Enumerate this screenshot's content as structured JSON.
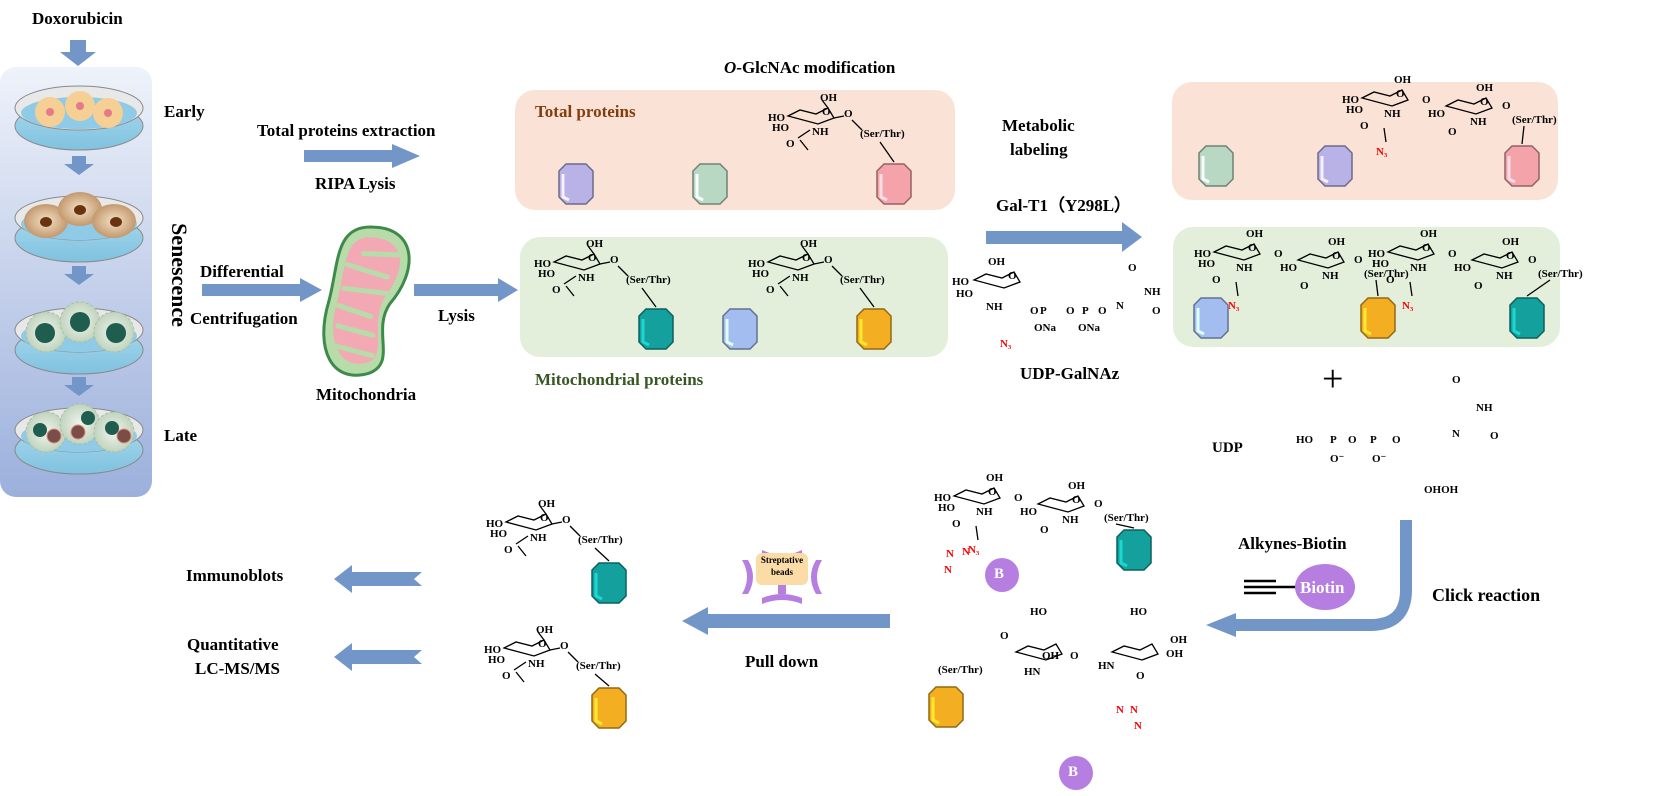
{
  "colors": {
    "arrow": "#7396c9",
    "senescence_panel_top": "#e9eef8",
    "senescence_panel_bottom": "#9db1dd",
    "total_panel": "#fae3d6",
    "mito_panel": "#e3efdb",
    "total_title": "#843c0c",
    "mito_title": "#385723",
    "azide": "#ff0000",
    "biotin": "#b57ee0",
    "beads_box": "#fbdba6",
    "protein_purple": "#b8b2e6",
    "protein_green": "#b9d8c3",
    "protein_pink": "#f4a3aa",
    "protein_teal": "#14a09c",
    "protein_blue": "#a4bdf0",
    "protein_orange": "#f4ae22"
  },
  "left": {
    "drug": "Doxorubicin",
    "stage_early": "Early",
    "stage_late": "Late",
    "senescence": "Senescence",
    "dishes": [
      "early-healthy-cells",
      "enlarged-cells",
      "senescent-cells",
      "late-senescent-cells"
    ]
  },
  "steps": {
    "total_extraction": "Total proteins  extraction",
    "ripa": "RIPA Lysis",
    "differential": "Differential",
    "centrifugation": "Centrifugation",
    "mitochondria": "Mitochondria",
    "lysis": "Lysis",
    "modification_title_italic": "O",
    "modification_title_rest": "-GlcNAc modification",
    "metabolic_1": "Metabolic",
    "metabolic_2": "labeling",
    "enzyme": "Gal-T1（Y298L）",
    "udp_galnaz": "UDP-GalNAz",
    "plus": "+",
    "udp": "UDP",
    "alkyne_biotin": "Alkynes-Biotin",
    "biotin": "Biotin",
    "click": "Click reaction",
    "beads_1": "Streptative",
    "beads_2": "beads",
    "pull_down": "Pull down",
    "immunoblots": "Immunoblots",
    "quant_1": "Quantitative",
    "quant_2": "LC-MS/MS"
  },
  "panels": {
    "total": {
      "title": "Total proteins",
      "proteins": [
        "purple",
        "green",
        "pink-glycosylated"
      ]
    },
    "mito": {
      "title": "Mitochondrial proteins",
      "proteins": [
        "teal-glycosylated",
        "blue",
        "orange-glycosylated"
      ]
    },
    "total_labeled": {
      "proteins": [
        "green",
        "purple",
        "pink-labeled"
      ]
    },
    "mito_labeled": {
      "proteins": [
        "blue",
        "orange-labeled",
        "teal-labeled"
      ]
    }
  },
  "chem": {
    "site": "(Ser/Thr)",
    "oh": "OH",
    "ho": "HO",
    "o": "O",
    "nh": "NH",
    "hn": "HN",
    "n3": "N₃",
    "ona": "ONa",
    "p": "P",
    "n": "N",
    "ohoh": "OHOH",
    "b": "B",
    "ominus": "O⁻"
  }
}
